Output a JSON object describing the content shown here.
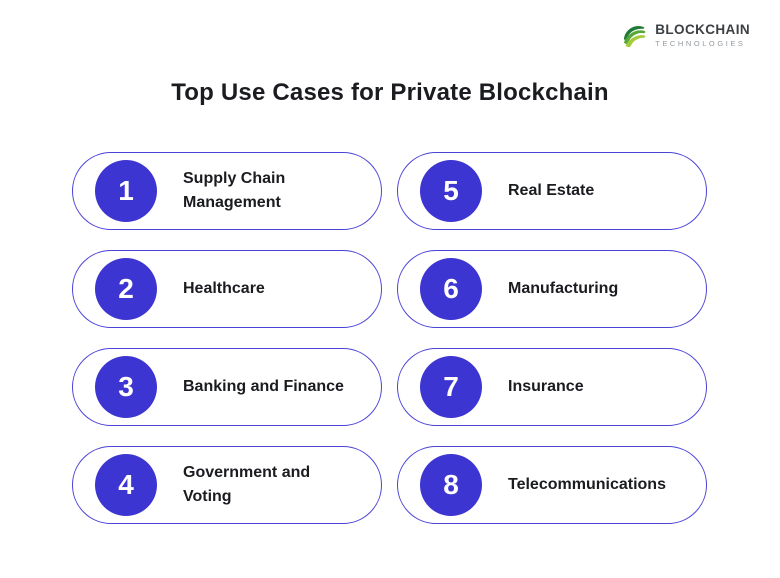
{
  "logo": {
    "name": "BLOCKCHAIN",
    "subtitle": "TECHNOLOGIES",
    "icon": "green-swirl-sphere"
  },
  "title": "Top Use Cases for Private Blockchain",
  "colors": {
    "accent": "#3d35d1",
    "pill_border": "#4b42d8",
    "text": "#1b1c20",
    "logo_subtitle_gray": "#949a9f",
    "background": "#ffffff"
  },
  "use_cases": [
    {
      "number": "1",
      "label": "Supply Chain Management"
    },
    {
      "number": "2",
      "label": "Healthcare"
    },
    {
      "number": "3",
      "label": "Banking and Finance"
    },
    {
      "number": "4",
      "label": "Government and Voting"
    },
    {
      "number": "5",
      "label": "Real Estate"
    },
    {
      "number": "6",
      "label": "Manufacturing"
    },
    {
      "number": "7",
      "label": "Insurance"
    },
    {
      "number": "8",
      "label": "Telecommunications"
    }
  ]
}
